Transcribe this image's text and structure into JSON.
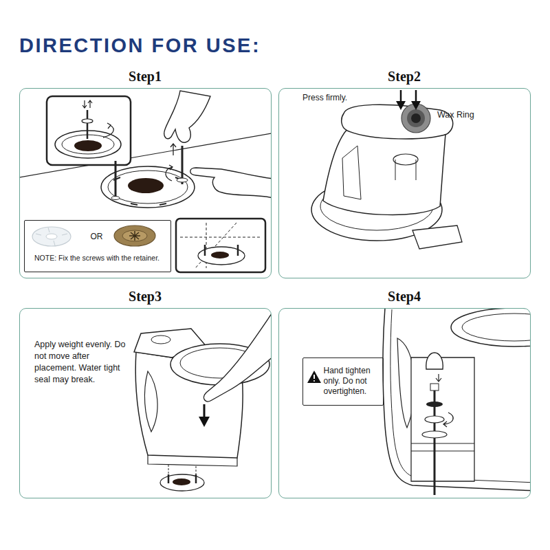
{
  "diagram": {
    "title": "DIRECTION FOR USE:",
    "nodes": [
      {
        "text": [
          "Step1"
        ]
      },
      {
        "text": [
          "OR",
          "NOTE: Fix the screws with the retainer."
        ],
        "in": 0
      },
      {
        "text": [
          "Step2"
        ]
      },
      {
        "text": [
          "Step3"
        ]
      },
      {
        "text": [
          "Step4"
        ]
      },
      {
        "text": [
          "Hand tighten only. Do not overtighten."
        ],
        "in": 4
      }
    ],
    "labels": [
      "Press firmly.",
      "Wax Ring",
      "Apply weight evenly. Do not move after placement. Water tight seal may break."
    ]
  }
}
